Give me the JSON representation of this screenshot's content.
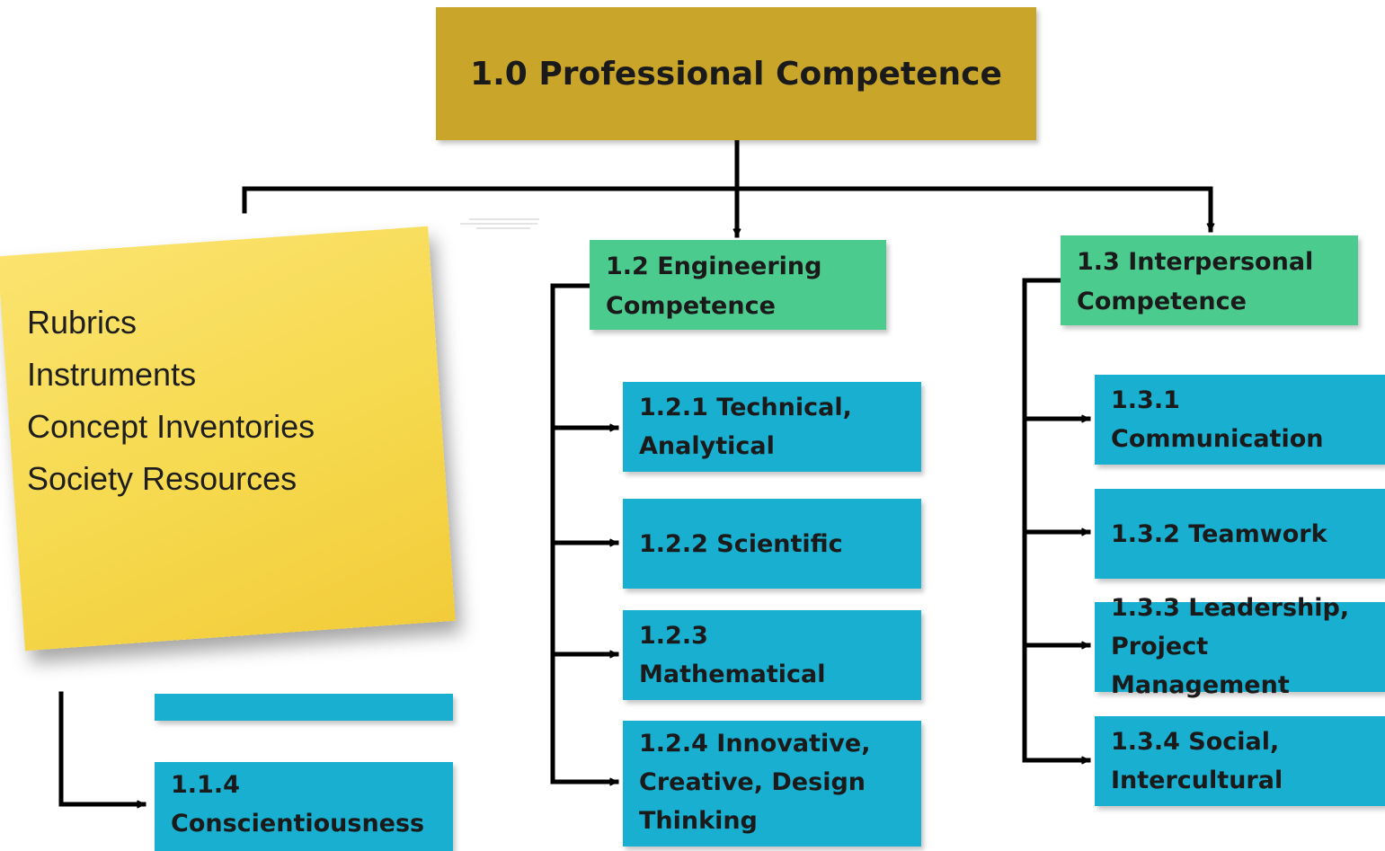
{
  "root": {
    "label": "1.0 Professional Competence"
  },
  "sticky_note": {
    "lines": [
      "Rubrics",
      "Instruments",
      "Concept Inventories",
      "Society Resources"
    ]
  },
  "branch_1_1": {
    "children": [
      {
        "label": ""
      },
      {
        "label_lines": [
          "1.1.4",
          "Conscientiousness"
        ]
      }
    ]
  },
  "branch_1_2": {
    "label_lines": [
      "1.2 Engineering",
      "Competence"
    ],
    "children": [
      {
        "label_lines": [
          "1.2.1 Technical,",
          "Analytical"
        ]
      },
      {
        "label_lines": [
          "1.2.2 Scientific"
        ]
      },
      {
        "label_lines": [
          "1.2.3",
          "Mathematical"
        ]
      },
      {
        "label_lines": [
          "1.2.4 Innovative,",
          "Creative, Design",
          "Thinking"
        ]
      }
    ]
  },
  "branch_1_3": {
    "label_lines": [
      "1.3 Interpersonal",
      "Competence"
    ],
    "children": [
      {
        "label_lines": [
          "1.3.1",
          "Communication"
        ]
      },
      {
        "label_lines": [
          "1.3.2 Teamwork"
        ]
      },
      {
        "label_lines": [
          "1.3.3 Leadership,",
          "Project",
          "Management"
        ]
      },
      {
        "label_lines": [
          "1.3.4 Social,",
          "Intercultural"
        ]
      }
    ]
  },
  "colors": {
    "root_fill": "#c9a62a",
    "level2_fill": "#4ccb8f",
    "level3_fill": "#18afd0",
    "sticky_fill": "#f6d94e",
    "connector": "#000000"
  }
}
